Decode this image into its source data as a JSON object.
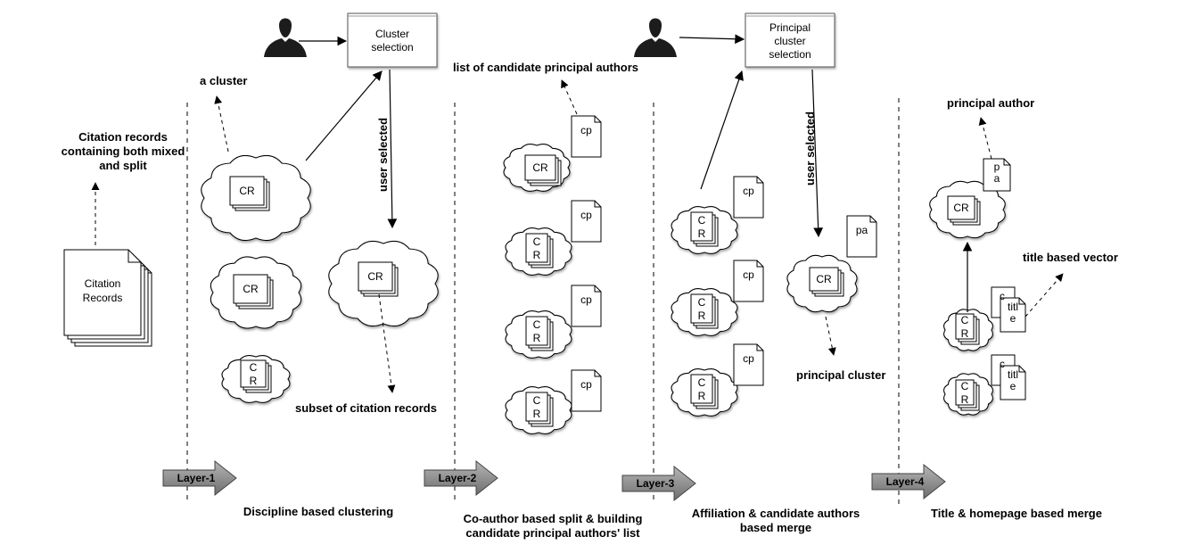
{
  "captions": {
    "input_note": [
      "Citation records",
      "containing both mixed",
      "and split"
    ],
    "a_cluster": "a cluster",
    "subset": "subset of citation records",
    "candidate_list": "list of candidate principal authors",
    "principal_cluster": "principal cluster",
    "principal_author": "principal author",
    "title_vector": "title based vector",
    "user_selected_1": "user selected",
    "user_selected_2": "user selected"
  },
  "boxes": {
    "citation_records": [
      "Citation",
      "Records"
    ],
    "cluster_selection": [
      "Cluster",
      "selection"
    ],
    "principal_cluster_selection": [
      "Principal",
      "cluster",
      "selection"
    ]
  },
  "tokens": {
    "cr": "CR",
    "cr_split": [
      "C",
      "R"
    ],
    "cp": "cp",
    "pa": "pa",
    "pa_split": [
      "p",
      "a"
    ],
    "title_split": [
      "c",
      "titl",
      "e"
    ]
  },
  "layers": [
    {
      "label": "Layer-1",
      "caption": [
        "Discipline based clustering"
      ]
    },
    {
      "label": "Layer-2",
      "caption": [
        "Co-author based split & building",
        "candidate principal authors' list"
      ]
    },
    {
      "label": "Layer-3",
      "caption": [
        "Affiliation & candidate authors",
        "based merge"
      ]
    },
    {
      "label": "Layer-4",
      "caption": [
        "Title & homepage based merge"
      ]
    }
  ],
  "colors": {
    "arrow_fill": "#8f8f8f",
    "line": "#000000"
  }
}
